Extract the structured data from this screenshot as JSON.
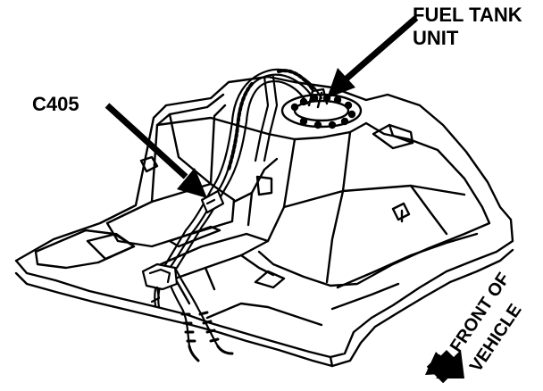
{
  "diagram": {
    "labels": {
      "fuel_tank_unit_line1": "FUEL TANK",
      "fuel_tank_unit_line2": "UNIT",
      "connector": "C405",
      "front_line1": "FRONT OF",
      "front_line2": "VEHICLE"
    },
    "colors": {
      "ink": "#000000",
      "paper": "#ffffff"
    }
  }
}
